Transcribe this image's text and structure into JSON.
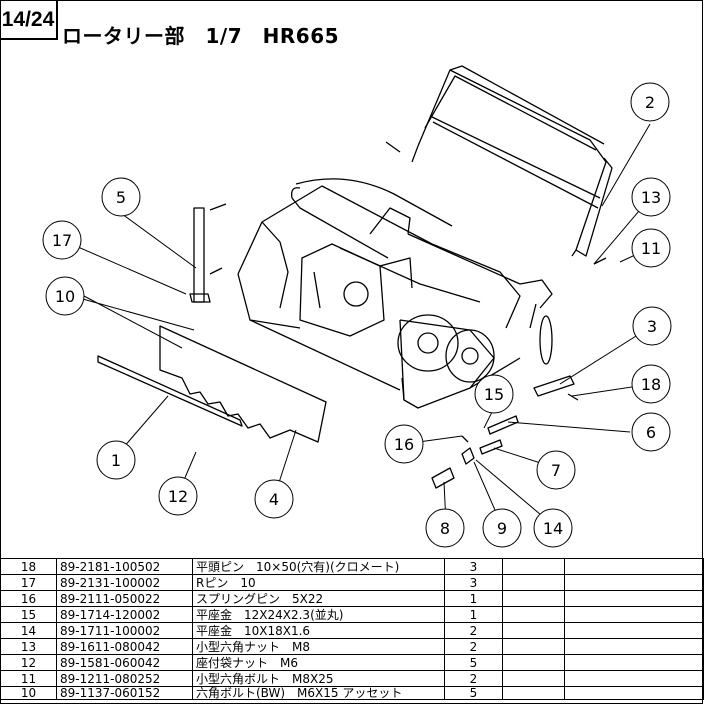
{
  "header": {
    "page_number": "14/24",
    "title": "ロータリー部　1/7　HR665"
  },
  "callouts": [
    "1",
    "2",
    "3",
    "4",
    "5",
    "6",
    "7",
    "8",
    "9",
    "10",
    "11",
    "12",
    "13",
    "14",
    "15",
    "16",
    "17",
    "18"
  ],
  "parts_table": {
    "rows": [
      {
        "no": "18",
        "part_number": "89-2181-100502",
        "name": "平頭ピン　10×50(穴有)(クロメート)",
        "qty": "3"
      },
      {
        "no": "17",
        "part_number": "89-2131-100002",
        "name": "Rピン　10",
        "qty": "3"
      },
      {
        "no": "16",
        "part_number": "89-2111-050022",
        "name": "スプリングピン　5X22",
        "qty": "1"
      },
      {
        "no": "15",
        "part_number": "89-1714-120002",
        "name": "平座金　12X24X2.3(並丸)",
        "qty": "1"
      },
      {
        "no": "14",
        "part_number": "89-1711-100002",
        "name": "平座金　10X18X1.6",
        "qty": "2"
      },
      {
        "no": "13",
        "part_number": "89-1611-080042",
        "name": "小型六角ナット　M8",
        "qty": "2"
      },
      {
        "no": "12",
        "part_number": "89-1581-060042",
        "name": "座付袋ナット　M6",
        "qty": "5"
      },
      {
        "no": "11",
        "part_number": "89-1211-080252",
        "name": "小型六角ボルト　M8X25",
        "qty": "2"
      },
      {
        "no": "10",
        "part_number": "89-1137-060152",
        "name": "六角ボルト(BW)　M6X15 アッセット",
        "qty": "5"
      }
    ]
  }
}
